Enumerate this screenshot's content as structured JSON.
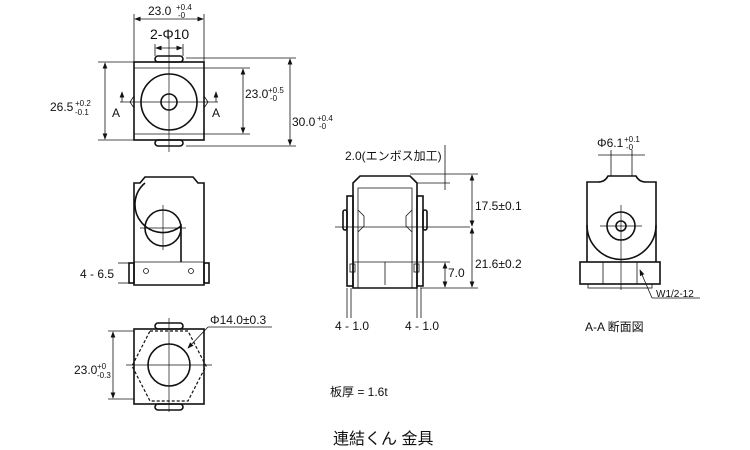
{
  "top_view": {
    "width_dim": "23.0",
    "width_tol_plus": "+0.4",
    "width_tol_minus": "-0",
    "hole_label": "2-Φ10",
    "height_dim": "26.5",
    "height_tol_plus": "+0.2",
    "height_tol_minus": "-0.1",
    "inner_dim": "23.0",
    "inner_tol_plus": "+0.5",
    "inner_tol_minus": "-0",
    "overall_dim": "30.0",
    "overall_tol_plus": "+0.4",
    "overall_tol_minus": "-0",
    "section_mark_left": "A",
    "section_mark_right": "A"
  },
  "front_view": {
    "tab_label": "4 - 6.5"
  },
  "bottom_view": {
    "diameter_label": "Φ14.0±0.3",
    "side_dim": "23.0",
    "side_tol_plus": "+0",
    "side_tol_minus": "-0.3"
  },
  "side_view": {
    "emboss_label": "2.0(エンボス加工)",
    "upper_dim": "17.5±0.1",
    "lower_dim": "21.6±0.2",
    "base_dim": "7.0",
    "slot_left": "4 - 1.0",
    "slot_right": "4 - 1.0",
    "thickness": "板厚 = 1.6t"
  },
  "section_view": {
    "hole_dim": "Φ6.1",
    "hole_tol_plus": "+0.1",
    "hole_tol_minus": "-0",
    "thread_label": "W1/2-12",
    "caption": "A-A  断面図"
  },
  "title": "連結くん 金具"
}
